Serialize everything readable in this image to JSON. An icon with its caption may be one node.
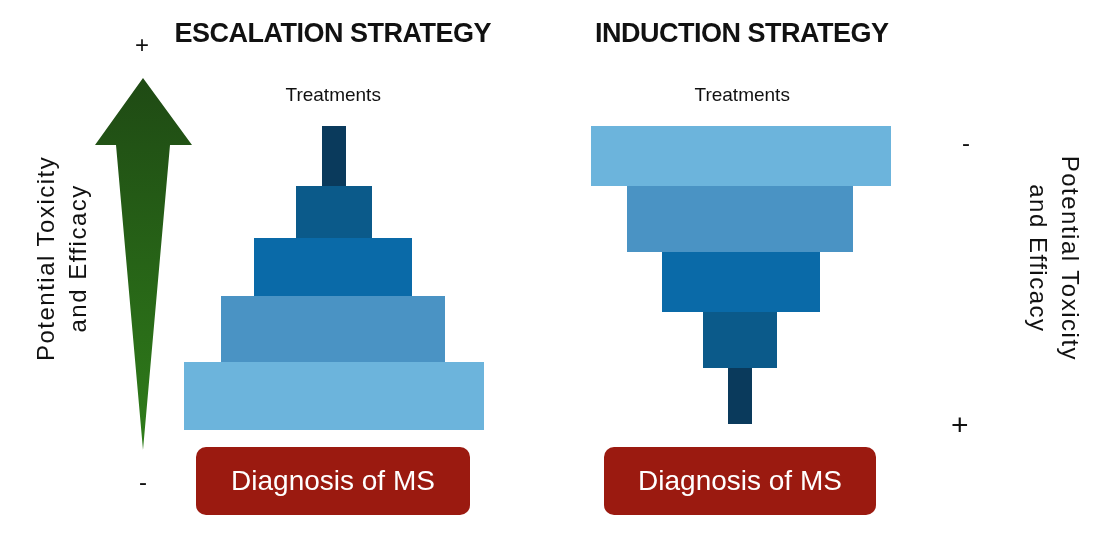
{
  "diagram": {
    "nodes": [
      {
        "text": [
          "Diagnosis of MS"
        ]
      },
      {
        "text": [
          "Diagnosis of MS"
        ]
      }
    ],
    "labels": [
      "+",
      "ESCALATION STRATEGY",
      "INDUCTION STRATEGY",
      "Treatments",
      "Treatments",
      "-",
      "Potential Toxicity and Efficacy",
      "Potential Toxicity and Efficacy",
      "+",
      "-"
    ]
  }
}
